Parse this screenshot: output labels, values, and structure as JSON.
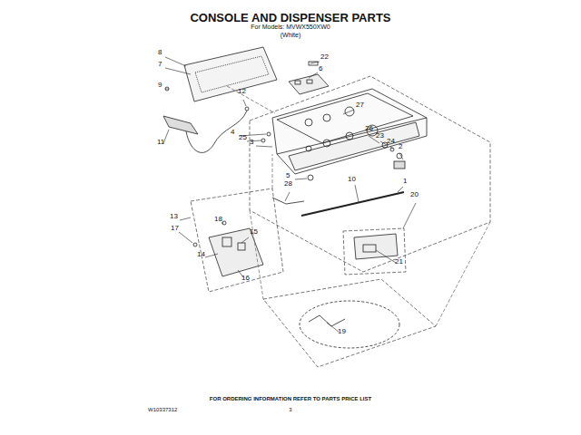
{
  "diagram": {
    "title": "CONSOLE AND DISPENSER PARTS",
    "labels": [
      "For Models: MVWX550XW0",
      "(White)",
      "8",
      "7",
      "9",
      "22",
      "6",
      "12",
      "27",
      "4",
      "25",
      "3",
      "26",
      "23",
      "24",
      "2",
      "5",
      "1",
      "10",
      "28",
      "20",
      "11",
      "13",
      "18",
      "15",
      "17",
      "14",
      "16",
      "21",
      "19",
      "FOR ORDERING INFORMATION REFER TO PARTS PRICE LIST",
      "W10337312",
      "3"
    ]
  }
}
